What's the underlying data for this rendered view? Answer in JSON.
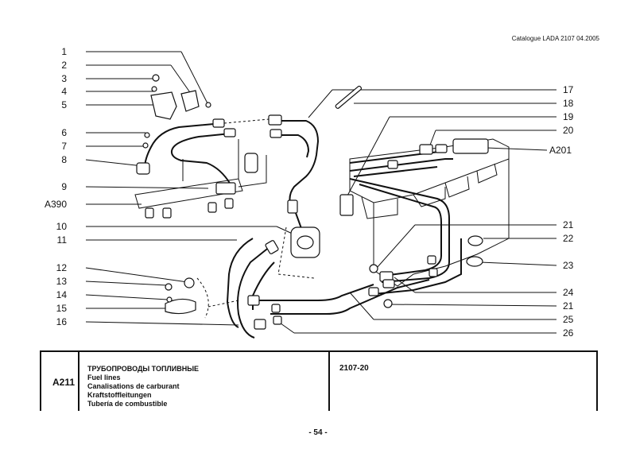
{
  "catalogue_note": "Catalogue LADA 2107  04.2005",
  "callouts_left": [
    "1",
    "2",
    "3",
    "4",
    "5",
    "6",
    "7",
    "8",
    "9",
    "A390",
    "10",
    "11",
    "12",
    "13",
    "14",
    "15",
    "16"
  ],
  "callouts_right": [
    "17",
    "18",
    "19",
    "20",
    "A201",
    "21",
    "22",
    "23",
    "24",
    "21",
    "25",
    "26"
  ],
  "table": {
    "section_code": "A211",
    "title_ru": "ТРУБОПРОВОДЫ ТОПЛИВНЫЕ",
    "title_en": "Fuel lines",
    "title_fr": "Canalisations de carburant",
    "title_de": "Kraftstoffleitungen",
    "title_es": "Tubería de combustible",
    "model": "2107-20"
  },
  "page_number": "- 54 -"
}
